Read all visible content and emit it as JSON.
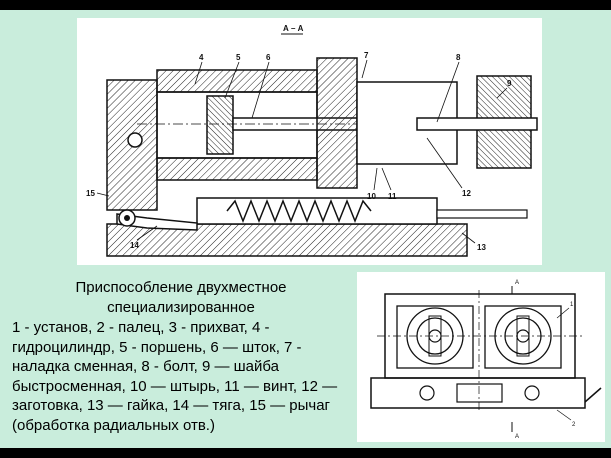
{
  "section_label": "А – А",
  "section_letter": "А",
  "part_numbers_main": [
    "4",
    "5",
    "6",
    "7",
    "8",
    "9",
    "10",
    "11",
    "12",
    "13",
    "14",
    "15"
  ],
  "part_numbers_small": [
    "1",
    "2"
  ],
  "caption": {
    "title": "Приспособление двухместное специализированное",
    "body": "1 - установ, 2 - палец, 3 - прихват, 4 - гидроцилиндр, 5 - поршень, 6 — шток, 7 - наладка сменная, 8 - болт, 9 — шайба быстросменная, 10 — штырь, 11 — винт, 12 — заготовка, 13 — гайка, 14 — тяга, 15 — рычаг (обработка радиальных отв.)"
  },
  "colors": {
    "background": "#c9eddc",
    "border": "#000000",
    "drawing_bg": "#ffffff"
  }
}
